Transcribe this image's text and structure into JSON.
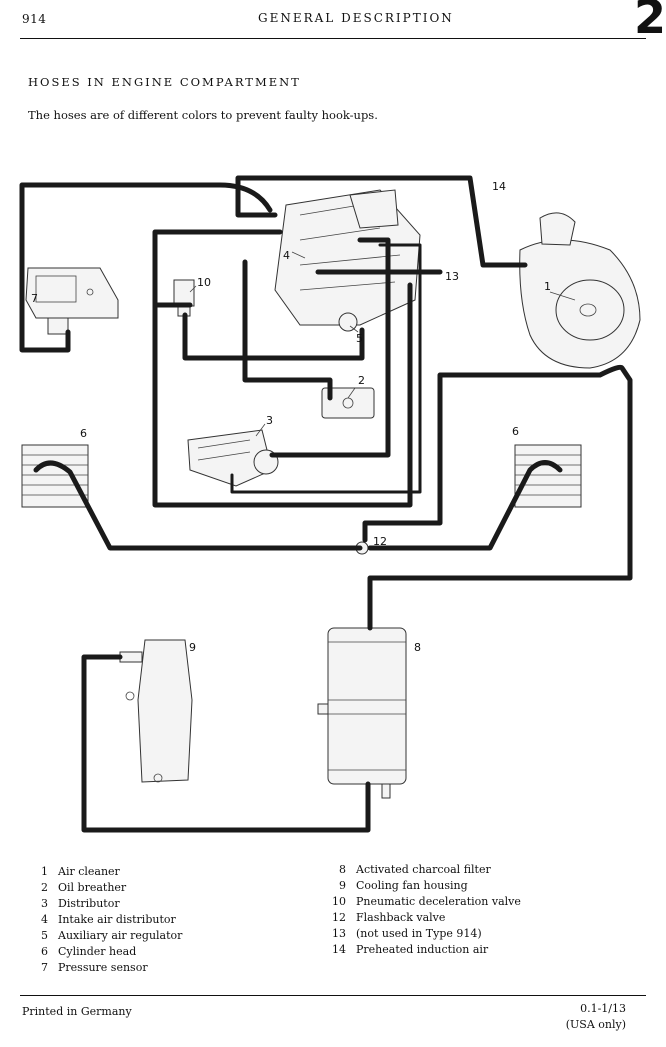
{
  "header": {
    "page_number": "914",
    "title": "GENERAL DESCRIPTION",
    "section_tab": "2"
  },
  "section": {
    "heading": "HOSES IN ENGINE COMPARTMENT",
    "intro": "The hoses are of different colors to prevent faulty hook-ups."
  },
  "diagram": {
    "callouts": {
      "c1": "1",
      "c2": "2",
      "c3": "3",
      "c4": "4",
      "c5": "5",
      "c6a": "6",
      "c6b": "6",
      "c7": "7",
      "c8": "8",
      "c9": "9",
      "c10": "10",
      "c12": "12",
      "c13": "13",
      "c14": "14"
    }
  },
  "legend": {
    "left": [
      {
        "num": "1",
        "label": "Air cleaner"
      },
      {
        "num": "2",
        "label": "Oil breather"
      },
      {
        "num": "3",
        "label": "Distributor"
      },
      {
        "num": "4",
        "label": "Intake air distributor"
      },
      {
        "num": "5",
        "label": "Auxiliary air regulator"
      },
      {
        "num": "6",
        "label": "Cylinder head"
      },
      {
        "num": "7",
        "label": "Pressure sensor"
      }
    ],
    "right": [
      {
        "num": "8",
        "label": "Activated charcoal filter"
      },
      {
        "num": "9",
        "label": "Cooling fan housing"
      },
      {
        "num": "10",
        "label": "Pneumatic deceleration valve"
      },
      {
        "num": "12",
        "label": "Flashback valve"
      },
      {
        "num": "13",
        "label": "(not used in Type 914)"
      },
      {
        "num": "14",
        "label": "Preheated induction air"
      }
    ]
  },
  "footer": {
    "printed": "Printed in Germany",
    "code": "0.1-1/13",
    "note": "(USA only)"
  }
}
